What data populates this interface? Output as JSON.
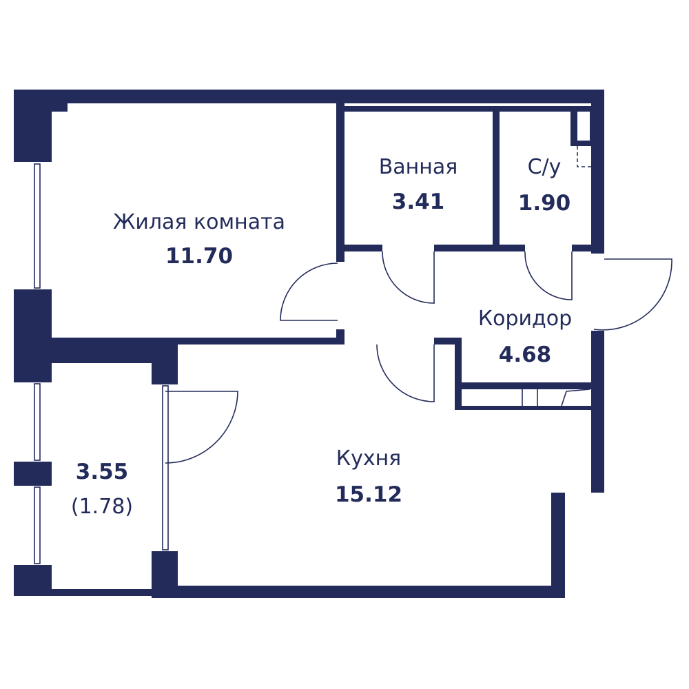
{
  "colors": {
    "wall": "#232b5a",
    "floor": "#ffffff"
  },
  "rooms": {
    "living": {
      "name": "Жилая комната",
      "area": "11.70"
    },
    "bathroom": {
      "name": "Ванная",
      "area": "3.41"
    },
    "wc": {
      "name": "С/у",
      "area": "1.90"
    },
    "corridor": {
      "name": "Коридор",
      "area": "4.68"
    },
    "kitchen": {
      "name": "Кухня",
      "area": "15.12"
    },
    "balcony": {
      "area": "3.55",
      "reduced_area": "(1.78)"
    }
  }
}
